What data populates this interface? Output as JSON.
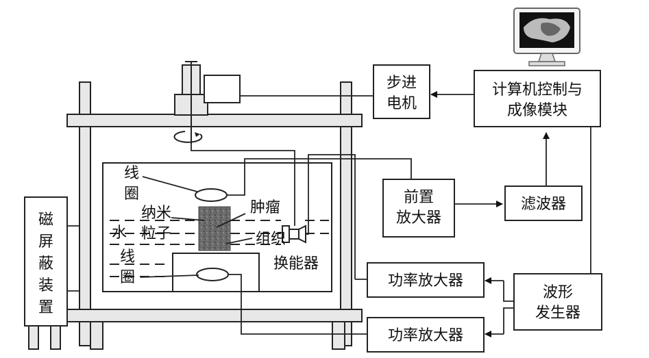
{
  "labels": {
    "stepper_motor": [
      "步进",
      "电机"
    ],
    "computer_module": [
      "计算机控制与",
      "成像模块"
    ],
    "coil_top": [
      "线",
      "圈"
    ],
    "nanoparticle": [
      "纳米",
      "粒子"
    ],
    "tumor": "肿瘤",
    "tissue": "组织",
    "water": "水",
    "coil_bottom": [
      "线",
      "圈"
    ],
    "transducer": "换能器",
    "preamplifier": [
      "前置",
      "放大器"
    ],
    "filter": "滤波器",
    "magnetic_shield": [
      "磁",
      "屏",
      "蔽",
      "装",
      "置"
    ],
    "power_amp_1": "功率放大器",
    "power_amp_2": "功率放大器",
    "waveform_generator": [
      "波形",
      "发生器"
    ]
  },
  "icons": {
    "monitor": "monitor-icon",
    "rotation": "rotation-arrow-icon",
    "transducer": "ultrasound-transducer-icon"
  }
}
